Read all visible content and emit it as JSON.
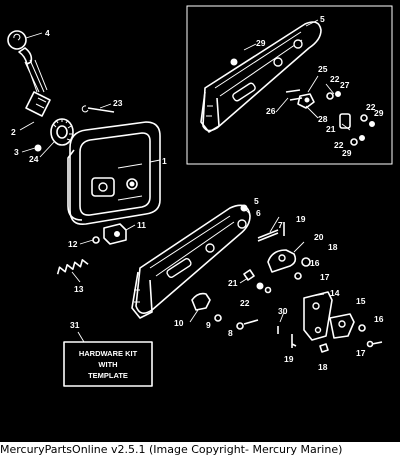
{
  "diagram": {
    "background_color": "#000000",
    "line_color": "#ffffff",
    "inset_box": {
      "label": "inset-detail-frame"
    },
    "callouts": [
      {
        "id": "c4",
        "text": "4"
      },
      {
        "id": "c23",
        "text": "23"
      },
      {
        "id": "c2",
        "text": "2"
      },
      {
        "id": "c3",
        "text": "3"
      },
      {
        "id": "c24",
        "text": "24"
      },
      {
        "id": "c1",
        "text": "1"
      },
      {
        "id": "c11",
        "text": "11"
      },
      {
        "id": "c12",
        "text": "12"
      },
      {
        "id": "c13",
        "text": "13"
      },
      {
        "id": "c5a",
        "text": "5"
      },
      {
        "id": "c29a",
        "text": "29"
      },
      {
        "id": "c25",
        "text": "25"
      },
      {
        "id": "c22a",
        "text": "22"
      },
      {
        "id": "c27",
        "text": "27"
      },
      {
        "id": "c26",
        "text": "26"
      },
      {
        "id": "c28",
        "text": "28"
      },
      {
        "id": "c21a",
        "text": "21"
      },
      {
        "id": "c22b",
        "text": "22"
      },
      {
        "id": "c29b",
        "text": "29"
      },
      {
        "id": "c22c",
        "text": "22"
      },
      {
        "id": "c29c",
        "text": "29"
      },
      {
        "id": "c5b",
        "text": "5"
      },
      {
        "id": "c6",
        "text": "6"
      },
      {
        "id": "c7",
        "text": "7"
      },
      {
        "id": "c19a",
        "text": "19"
      },
      {
        "id": "c20",
        "text": "20"
      },
      {
        "id": "c18a",
        "text": "18"
      },
      {
        "id": "c16a",
        "text": "16"
      },
      {
        "id": "c17a",
        "text": "17"
      },
      {
        "id": "c21b",
        "text": "21"
      },
      {
        "id": "c22d",
        "text": "22"
      },
      {
        "id": "c30",
        "text": "30"
      },
      {
        "id": "c14",
        "text": "14"
      },
      {
        "id": "c15",
        "text": "15"
      },
      {
        "id": "c10",
        "text": "10"
      },
      {
        "id": "c9",
        "text": "9"
      },
      {
        "id": "c8",
        "text": "8"
      },
      {
        "id": "c31",
        "text": "31"
      },
      {
        "id": "c16b",
        "text": "16"
      },
      {
        "id": "c19b",
        "text": "19"
      },
      {
        "id": "c18b",
        "text": "18"
      },
      {
        "id": "c17b",
        "text": "17"
      }
    ],
    "hardware_kit": {
      "line1": "HARDWARE KIT",
      "line2": "WITH",
      "line3": "TEMPLATE"
    }
  },
  "footer": {
    "caption": "MercuryPartsOnline v2.5.1 (Image Copyright- Mercury Marine)"
  }
}
